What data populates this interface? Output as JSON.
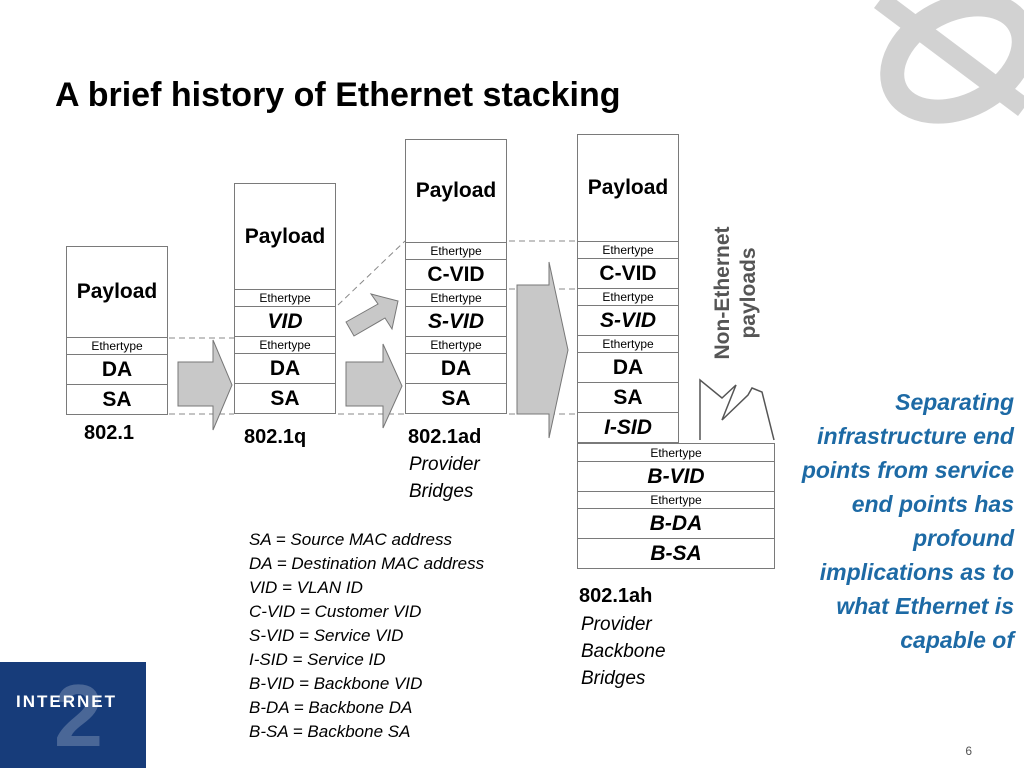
{
  "title": "A brief history of Ethernet stacking",
  "labels": {
    "payload": "Payload",
    "ethertype": "Ethertype",
    "da": "DA",
    "sa": "SA",
    "vid": "VID",
    "cvid": "C-VID",
    "svid": "S-VID",
    "isid": "I-SID",
    "bvid": "B-VID",
    "bda": "B-DA",
    "bsa": "B-SA"
  },
  "stacks": {
    "s8021": {
      "caption": "802.1"
    },
    "s8021q": {
      "caption": "802.1q"
    },
    "s8021ad": {
      "caption": "802.1ad",
      "subtitle": [
        "Provider",
        "Bridges"
      ]
    },
    "s8021ah": {
      "caption": "802.1ah",
      "subtitle": [
        "Provider",
        "Backbone",
        "Bridges"
      ]
    }
  },
  "non_ethernet": [
    "Non-Ethernet",
    "payloads"
  ],
  "legend": [
    "SA = Source MAC address",
    "DA = Destination MAC address",
    "VID = VLAN ID",
    "C-VID = Customer VID",
    "S-VID = Service VID",
    "I-SID = Service ID",
    "B-VID = Backbone VID",
    "B-DA = Backbone DA",
    "B-SA = Backbone SA"
  ],
  "side_note": "Separating infrastructure end points from service end points has profound implications as to what Ethernet is capable of",
  "logo": {
    "name": "INTERNET",
    "mark": "2"
  },
  "page_number": "6",
  "colors": {
    "accent": "#1d6aa5",
    "logo_bg": "#173c7a",
    "arrow_fill": "#c8c8c8"
  }
}
